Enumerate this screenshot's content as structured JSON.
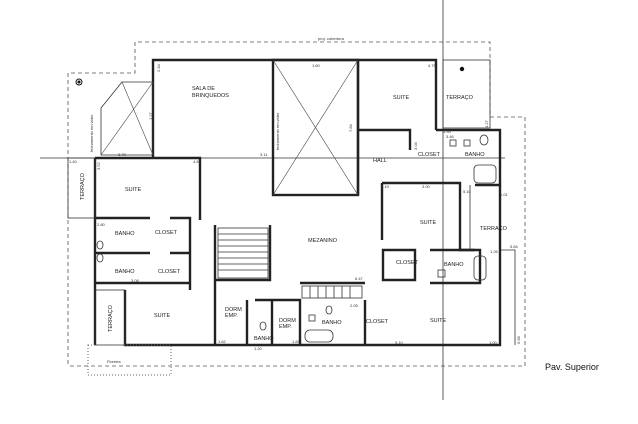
{
  "plan": {
    "caption": "Pav. Superior",
    "roof_projection": "proj. cobertura",
    "glass_closure": "fechamento em vidro",
    "rooms": {
      "sala_brinquedos_1": "SALA DE",
      "sala_brinquedos_2": "BRINQUEDOS",
      "suite": "SUITE",
      "terraco": "TERRAÇO",
      "hall": "HALL",
      "closet": "CLOSET",
      "banho": "BANHO",
      "mezanino": "MEZANINO",
      "dorm_emp_1": "DORM",
      "dorm_emp_2": "EMP.",
      "floreira": "Floreira"
    },
    "dimensions": [
      "1.60",
      "4.75",
      "2.44",
      "1.27",
      "3.79",
      "3.11",
      "4.81",
      "1.40",
      "3.04",
      "3.52",
      "2.19",
      "3.00",
      "3.46",
      "5.10",
      "1.01",
      "1.26",
      "5.84",
      "6.47",
      "2.05",
      "5.10",
      "1.00",
      "5.58",
      "1.62",
      "1.20",
      "1.81",
      "3.08",
      "2.80",
      "7.84",
      "4.27",
      "1.95"
    ]
  }
}
